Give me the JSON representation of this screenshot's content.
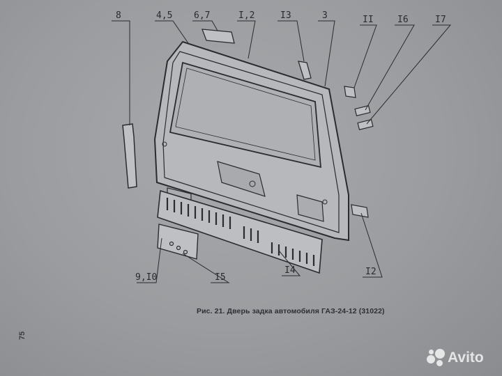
{
  "figure": {
    "caption": "Рис. 21. Дверь задка автомобиля ГАЗ-24-12 (31022)",
    "page_number": "75"
  },
  "callouts": [
    {
      "id": "8",
      "text": "8"
    },
    {
      "id": "4_5",
      "text": "4,5"
    },
    {
      "id": "6_7",
      "text": "6,7"
    },
    {
      "id": "1_2",
      "text": "I,2"
    },
    {
      "id": "13",
      "text": "I3"
    },
    {
      "id": "3",
      "text": "3"
    },
    {
      "id": "11",
      "text": "II"
    },
    {
      "id": "16",
      "text": "I6"
    },
    {
      "id": "17",
      "text": "I7"
    },
    {
      "id": "9_10",
      "text": "9,I0"
    },
    {
      "id": "15",
      "text": "I5"
    },
    {
      "id": "14",
      "text": "I4"
    },
    {
      "id": "12",
      "text": "I2"
    }
  ],
  "watermark": {
    "text": "Avito",
    "icon": "avito-logo-icon"
  },
  "colors": {
    "ink": "#2b2b2e",
    "paper": "#a3a5a8",
    "part_fill": "#b9babd"
  }
}
